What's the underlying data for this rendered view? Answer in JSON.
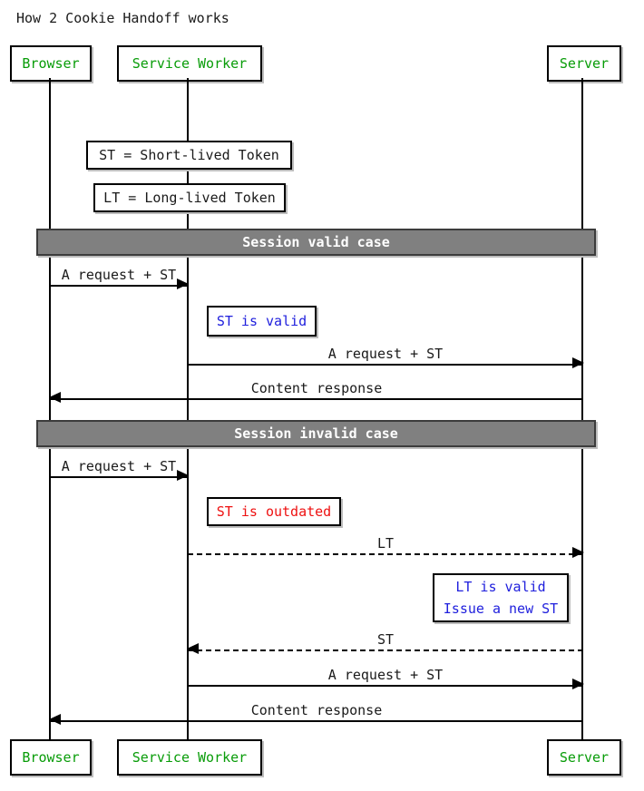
{
  "title": "How 2 Cookie Handoff works",
  "actors": {
    "browser": "Browser",
    "service_worker": "Service Worker",
    "server": "Server"
  },
  "legend": {
    "st": "ST = Short-lived Token",
    "lt": "LT = Long-lived Token"
  },
  "dividers": {
    "valid": "Session valid case",
    "invalid": "Session invalid case"
  },
  "messages": {
    "m1": "A request + ST",
    "m2": "A request + ST",
    "m3": "Content response",
    "m4": "A request + ST",
    "m5": "LT",
    "m6": "ST",
    "m7": "A request + ST",
    "m8": "Content response"
  },
  "notes": {
    "st_valid": "ST is valid",
    "st_outdated": "ST is outdated",
    "lt_valid_line1": "LT is valid",
    "lt_valid_line2": "Issue a new ST"
  },
  "colors": {
    "actor_text": "#089c08",
    "note_blue": "#2020dd",
    "note_red": "#ee1111",
    "divider_bg": "#808080",
    "divider_text": "#ffffff",
    "line": "#000000"
  }
}
